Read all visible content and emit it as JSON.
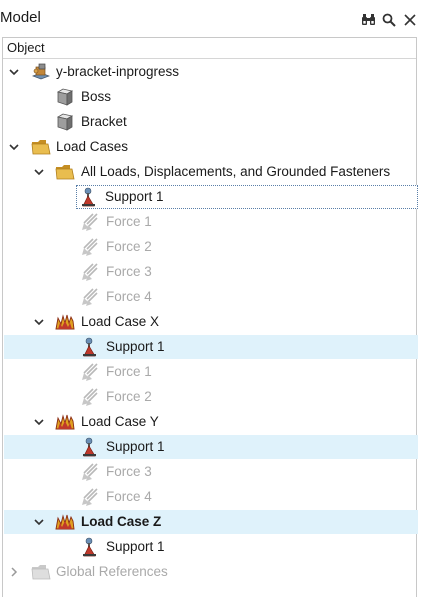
{
  "panel": {
    "title": "Model"
  },
  "tree": {
    "column_header": "Object",
    "nodes": {
      "model": {
        "label": "y-bracket-inprogress"
      },
      "boss": {
        "label": "Boss"
      },
      "bracket": {
        "label": "Bracket"
      },
      "load_cases": {
        "label": "Load Cases"
      },
      "all_loads": {
        "label": "All Loads, Displacements, and Grounded Fasteners"
      },
      "all_support1": {
        "label": "Support 1"
      },
      "all_force1": {
        "label": "Force 1"
      },
      "all_force2": {
        "label": "Force 2"
      },
      "all_force3": {
        "label": "Force 3"
      },
      "all_force4": {
        "label": "Force 4"
      },
      "lcx": {
        "label": "Load Case X"
      },
      "lcx_support1": {
        "label": "Support 1"
      },
      "lcx_force1": {
        "label": "Force 1"
      },
      "lcx_force2": {
        "label": "Force 2"
      },
      "lcy": {
        "label": "Load Case Y"
      },
      "lcy_support1": {
        "label": "Support 1"
      },
      "lcy_force3": {
        "label": "Force 3"
      },
      "lcy_force4": {
        "label": "Force 4"
      },
      "lcz": {
        "label": "Load Case Z"
      },
      "lcz_support1": {
        "label": "Support 1"
      },
      "global_refs": {
        "label": "Global References"
      }
    }
  },
  "colors": {
    "selection_highlight": "#dff2fb",
    "muted_text": "#a9a9a9",
    "folder": "#d6a93e",
    "support_red": "#c0392b"
  },
  "icons": {
    "header_tools": [
      "binoculars-icon",
      "search-icon",
      "close-icon"
    ],
    "node_types": [
      "assembly-icon",
      "part-icon",
      "folder-icon",
      "load-case-icon",
      "support-icon",
      "force-icon"
    ]
  }
}
